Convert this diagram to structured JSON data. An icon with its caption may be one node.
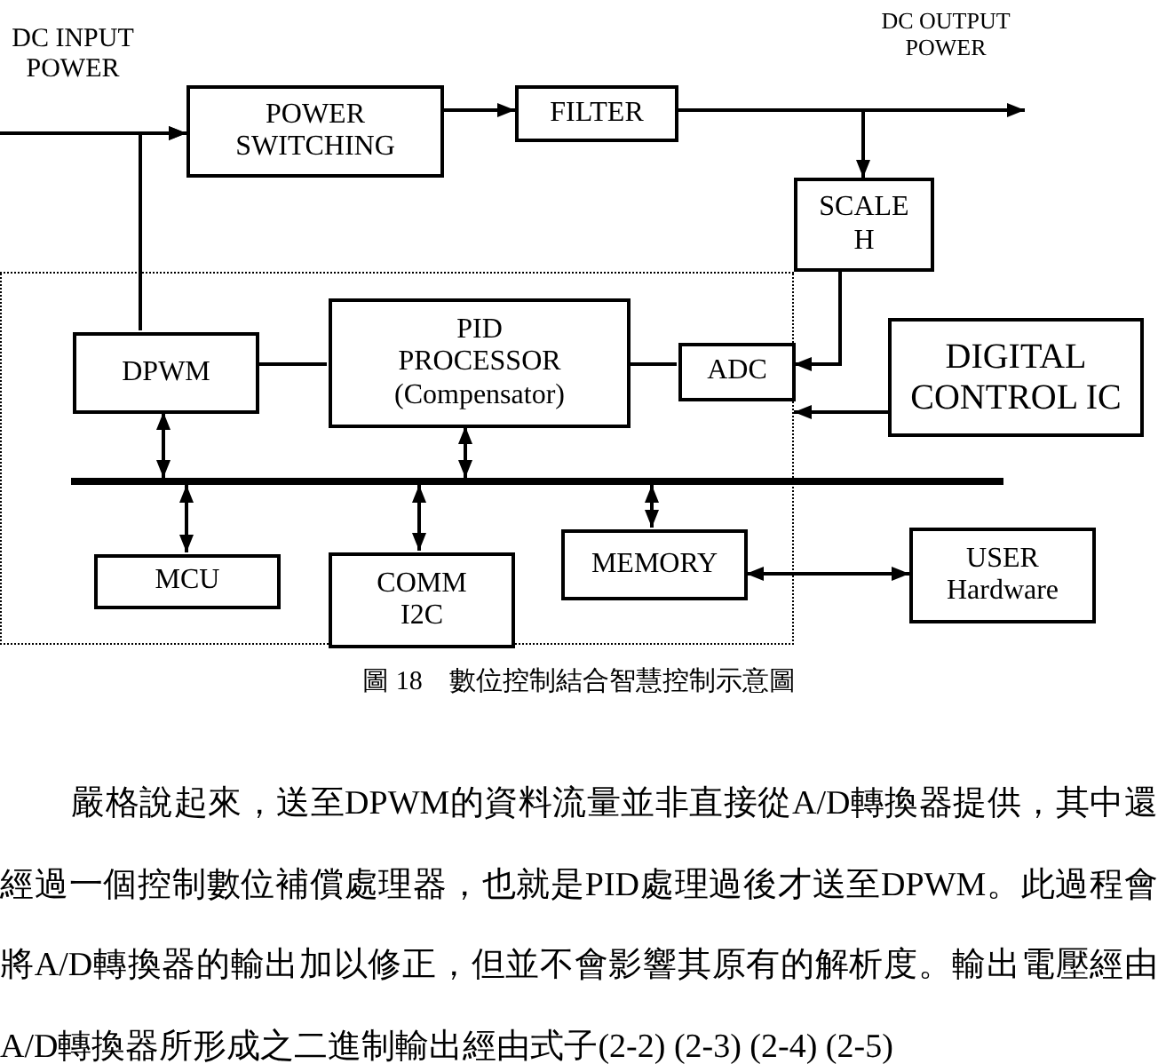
{
  "diagram": {
    "caption": "圖 18　數位控制結合智慧控制示意圖",
    "nodes": [
      {
        "text": [
          "POWER SWITCHING"
        ]
      },
      {
        "text": [
          "FILTER"
        ]
      },
      {
        "text": [
          "SCALE H"
        ]
      },
      {
        "text": [],
        "shape": "box"
      },
      {
        "text": [
          "DPWM"
        ],
        "in": 3
      },
      {
        "text": [
          "PID PROCESSOR (Compensator)"
        ],
        "in": 3
      },
      {
        "text": [
          "ADC"
        ],
        "in": 3
      },
      {
        "text": [
          "DIGITAL CONTROL IC"
        ]
      },
      {
        "text": [],
        "shape": "bar"
      },
      {
        "text": [
          "MCU"
        ],
        "in": 3
      },
      {
        "text": [
          "COMM I2C"
        ],
        "in": 3
      },
      {
        "text": [
          "MEMORY"
        ],
        "in": 3
      },
      {
        "text": [
          "USER Hardware"
        ]
      }
    ],
    "edges": [
      {
        "from": null,
        "to": 0,
        "arrow": "to"
      },
      {
        "from": 4,
        "to": 0,
        "arrow": "to"
      },
      {
        "from": 0,
        "to": 1,
        "arrow": "to"
      },
      {
        "from": 1,
        "to": null,
        "arrow": "to"
      },
      {
        "from": 1,
        "to": 2,
        "arrow": "to"
      },
      {
        "from": 2,
        "to": 6,
        "arrow": "to"
      },
      {
        "from": 7,
        "to": 3,
        "arrow": "to"
      },
      {
        "from": 4,
        "to": 5,
        "arrow": "none"
      },
      {
        "from": 5,
        "to": 6,
        "arrow": "none"
      },
      {
        "from": 4,
        "to": 8,
        "arrow": "both"
      },
      {
        "from": 5,
        "to": 8,
        "arrow": "both"
      },
      {
        "from": 8,
        "to": 9,
        "arrow": "both"
      },
      {
        "from": 8,
        "to": 10,
        "arrow": "both"
      },
      {
        "from": 8,
        "to": 11,
        "arrow": "both"
      },
      {
        "from": 11,
        "to": 12,
        "arrow": "both"
      }
    ],
    "labels": [
      "DC INPUT POWER",
      "DC OUTPUT POWER",
      "嚴格說起來，送至DPWM的資料流量並非直接從A/D轉換器提供，其中還經過一個控制數位補償處理器，也就是PID處理過後才送至DPWM。此過程會將A/D轉換器的輸出加以修正，但並不會影響其原有的解析度。輸出電壓經由A/D轉換器所形成之二進制輸出經由式子(2-2) (2-3) (2-4) (2-5)"
    ]
  }
}
